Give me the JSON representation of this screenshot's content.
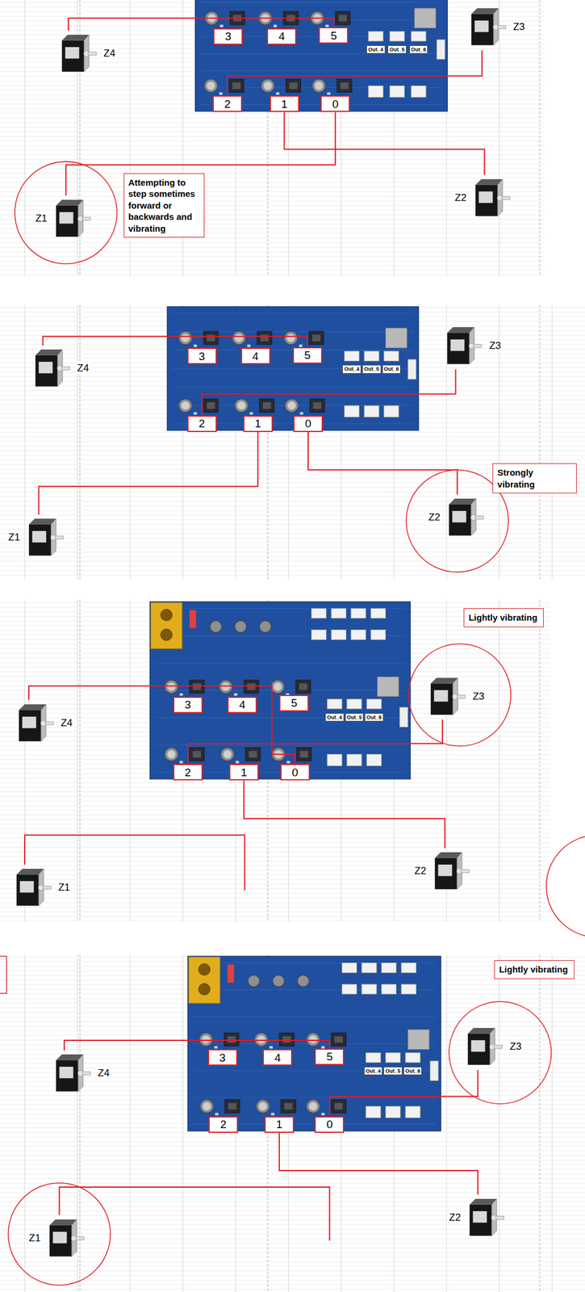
{
  "diagram": {
    "nodes": [
      {
        "text": [
          "Z4"
        ]
      },
      {
        "text": [
          "3"
        ]
      },
      {
        "text": [
          "4"
        ]
      },
      {
        "text": [
          "5"
        ]
      },
      {
        "text": [
          "Out_4"
        ]
      },
      {
        "text": [
          "Out_5"
        ]
      },
      {
        "text": [
          "Out_6"
        ]
      },
      {
        "text": [
          "Z3"
        ]
      },
      {
        "text": [
          "2"
        ]
      },
      {
        "text": [
          "1"
        ]
      },
      {
        "text": [
          "0"
        ]
      },
      {
        "text": [
          "Z1"
        ]
      },
      {
        "text": [
          "Attempting to step sometimes forward or backwards and vibrating"
        ]
      },
      {
        "text": [
          "Z2"
        ]
      },
      {
        "text": [
          "Z4"
        ]
      },
      {
        "text": [
          "3"
        ]
      },
      {
        "text": [
          "4"
        ]
      },
      {
        "text": [
          "5"
        ]
      },
      {
        "text": [
          "Out_4"
        ]
      },
      {
        "text": [
          "Out_5"
        ]
      },
      {
        "text": [
          "Out_6"
        ]
      },
      {
        "text": [
          "Z3"
        ]
      },
      {
        "text": [
          "2"
        ]
      },
      {
        "text": [
          "1"
        ]
      },
      {
        "text": [
          "0"
        ]
      },
      {
        "text": [
          "Z1"
        ]
      },
      {
        "text": [
          "Z2"
        ]
      },
      {
        "text": [
          "Strongly vibrating"
        ]
      },
      {
        "text": [
          "Lightly vibrating"
        ]
      },
      {
        "text": [
          "Z4"
        ]
      },
      {
        "text": [
          "3"
        ]
      },
      {
        "text": [
          "4"
        ]
      },
      {
        "text": [
          "5"
        ]
      },
      {
        "text": [
          "Out_4"
        ]
      },
      {
        "text": [
          "Out_5"
        ]
      },
      {
        "text": [
          "Out_6"
        ]
      },
      {
        "text": [
          "Z3"
        ]
      },
      {
        "text": [
          "2"
        ]
      },
      {
        "text": [
          "1"
        ]
      },
      {
        "text": [
          "0"
        ]
      },
      {
        "text": [
          "Z1"
        ]
      },
      {
        "text": [
          "Z2"
        ]
      },
      {
        "text": [
          "Lightly vibrating"
        ]
      },
      {
        "text": [
          "Z4"
        ]
      },
      {
        "text": [
          "3"
        ]
      },
      {
        "text": [
          "4"
        ]
      },
      {
        "text": [
          "5"
        ]
      },
      {
        "text": [
          "Out_4"
        ]
      },
      {
        "text": [
          "Out_5"
        ]
      },
      {
        "text": [
          "Out_6"
        ]
      },
      {
        "text": [
          "Z3"
        ]
      },
      {
        "text": [
          "2"
        ]
      },
      {
        "text": [
          "1"
        ]
      },
      {
        "text": [
          "0"
        ]
      },
      {
        "text": [
          "Z1"
        ]
      },
      {
        "text": [
          "Z2"
        ]
      }
    ],
    "edges": [
      {
        "from": 3,
        "to": 0,
        "arrow": "none"
      },
      {
        "from": 8,
        "to": 7,
        "arrow": "none"
      },
      {
        "from": 9,
        "to": 13,
        "arrow": "none"
      },
      {
        "from": 10,
        "to": 11,
        "arrow": "none"
      },
      {
        "from": 17,
        "to": 14,
        "arrow": "none"
      },
      {
        "from": 22,
        "to": 21,
        "arrow": "none"
      },
      {
        "from": 23,
        "to": 25,
        "arrow": "none"
      },
      {
        "from": 24,
        "to": 26,
        "arrow": "none"
      },
      {
        "from": 39,
        "to": 29,
        "arrow": "none"
      },
      {
        "from": 37,
        "to": 36,
        "arrow": "none"
      },
      {
        "from": 38,
        "to": 41,
        "arrow": "none"
      },
      {
        "from": 46,
        "to": 43,
        "arrow": "none"
      },
      {
        "from": 53,
        "to": 50,
        "arrow": "none"
      },
      {
        "from": 52,
        "to": 55,
        "arrow": "none"
      }
    ]
  }
}
